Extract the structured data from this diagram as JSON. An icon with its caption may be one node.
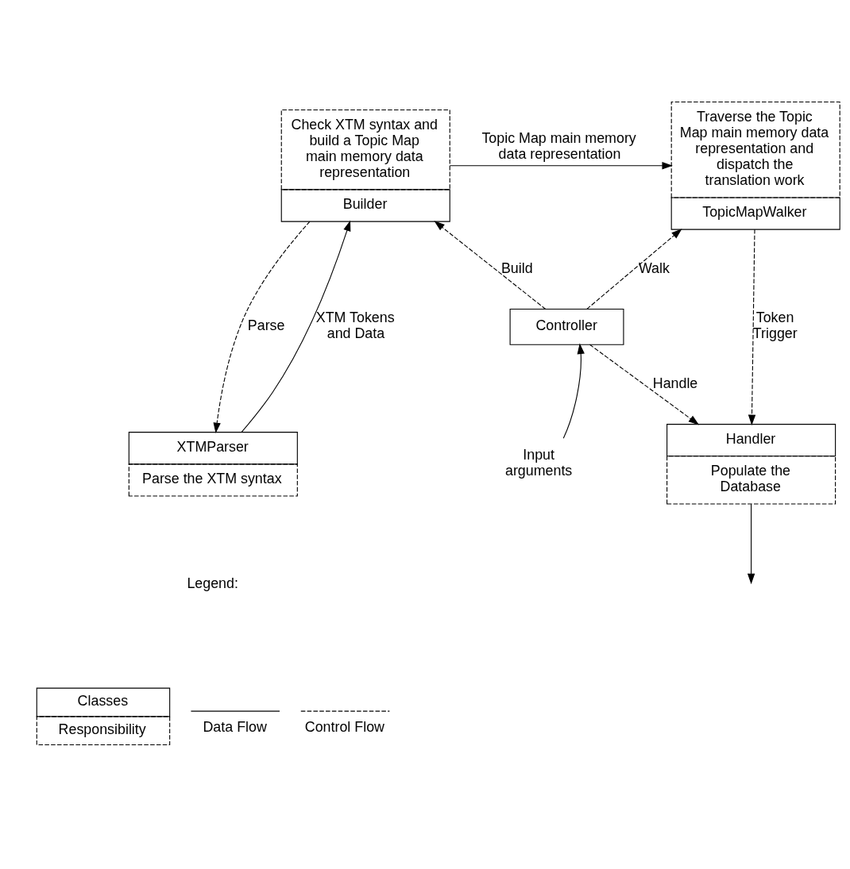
{
  "diagram": {
    "nodes": [
      {
        "text": [
          "Check XTM syntax and build a Topic Map main memory data representation",
          "Builder"
        ]
      },
      {
        "text": [
          "Traverse the Topic Map main memory data representation and dispatch the translation work",
          "TopicMapWalker"
        ]
      },
      {
        "text": [
          "Controller"
        ]
      },
      {
        "text": [
          "XTMParser",
          "Parse the XTM syntax"
        ]
      },
      {
        "text": [
          "Input arguments"
        ]
      },
      {
        "text": [
          "Handler",
          "Populate the Database"
        ]
      }
    ],
    "edges": [
      {
        "from": 0,
        "to": 1,
        "arrow": "to",
        "label": "Topic Map main memory data representation"
      },
      {
        "from": 2,
        "to": 0,
        "arrow": "to",
        "label": "Build",
        "style": "dashed"
      },
      {
        "from": 2,
        "to": 1,
        "arrow": "to",
        "label": "Walk",
        "style": "dashed"
      },
      {
        "from": 0,
        "to": 3,
        "arrow": "to",
        "label": "Parse",
        "style": "dashed"
      },
      {
        "from": 3,
        "to": 0,
        "arrow": "to",
        "label": "XTM Tokens and Data"
      },
      {
        "from": 4,
        "to": 2,
        "arrow": "to"
      },
      {
        "from": 2,
        "to": 5,
        "arrow": "to",
        "label": "Handle",
        "style": "dashed"
      },
      {
        "from": 1,
        "to": 5,
        "arrow": "to",
        "label": "Token Trigger",
        "style": "dashed"
      },
      {
        "from": 5,
        "to": null,
        "arrow": "to"
      }
    ],
    "labels": [
      "Legend:"
    ],
    "legend": [
      {
        "text": "Classes"
      },
      {
        "text": "Responsibility"
      },
      {
        "text": "Data Flow"
      },
      {
        "text": "Control Flow"
      }
    ]
  }
}
